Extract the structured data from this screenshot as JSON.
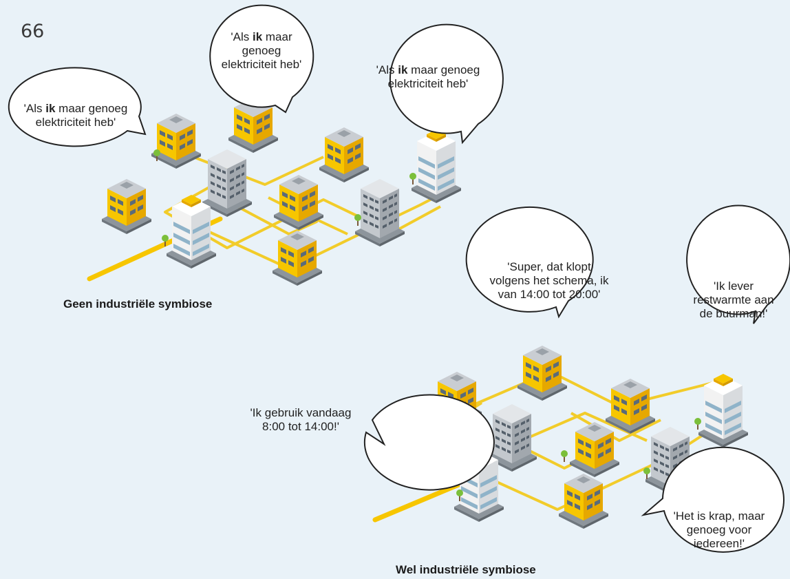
{
  "page_number": "66",
  "colors": {
    "background": "#e9f2f8",
    "accent": "#f7c600",
    "accent_dark": "#e6a800",
    "line": "#f2cc2a",
    "building_gray": "#a9afb6",
    "building_light": "#f4f4f4",
    "bubble_fill": "#ffffff",
    "bubble_stroke": "#222222"
  },
  "sections": [
    {
      "caption": "Geen industriële symbiose",
      "bubbles": [
        {
          "pre": "'Als ",
          "bold": "ik",
          "post": " maar genoeg elektriciteit heb'"
        },
        {
          "pre": "'Als ",
          "bold": "ik",
          "post": " maar genoeg elektriciteit heb'"
        },
        {
          "pre": "'Als ",
          "bold": "ik",
          "post": " maar genoeg elektriciteit heb'"
        }
      ]
    },
    {
      "caption": "Wel industriële symbiose",
      "bubbles": [
        {
          "text": "'Super, dat klopt volgens het schema, ik van 14:00 tot 20:00'"
        },
        {
          "text": "'Ik lever restwarmte aan de buurman!'"
        },
        {
          "text": "'Ik gebruik vandaag 8:00 tot 14:00!'"
        },
        {
          "text": "'Het is krap, maar genoeg voor iedereen!'"
        }
      ]
    }
  ]
}
